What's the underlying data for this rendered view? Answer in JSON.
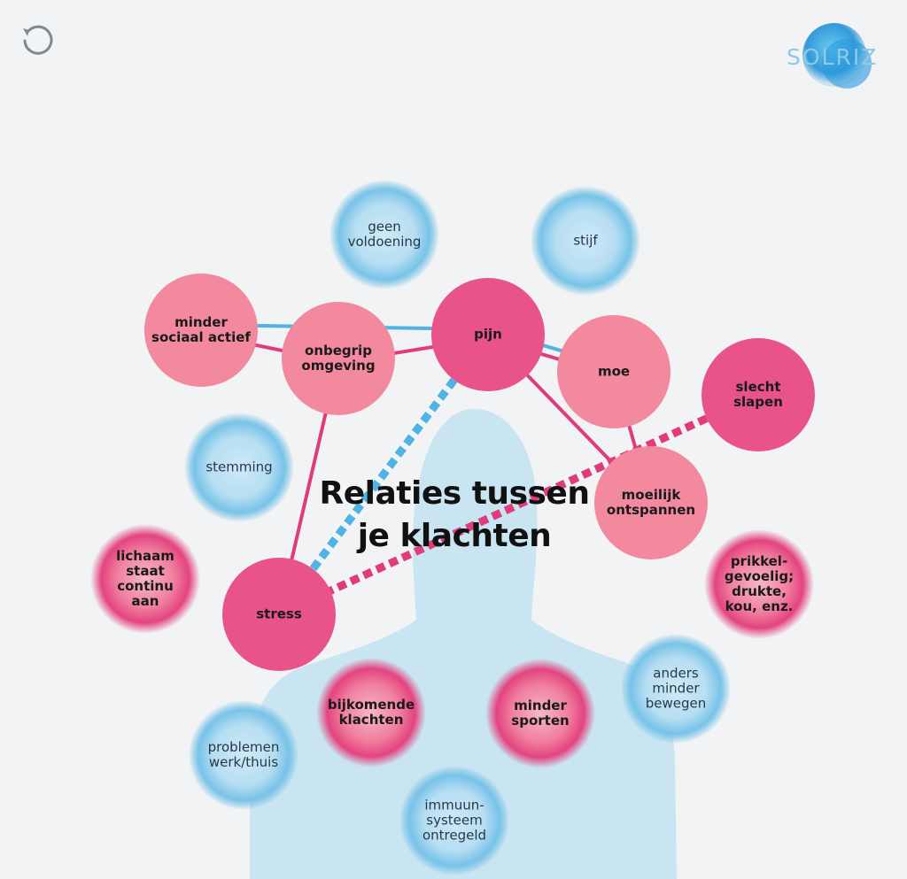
{
  "title": "Relaties tussen\nje klachten",
  "logo": {
    "text": "SOLRIZ"
  },
  "colors": {
    "background": "#f1f3f4",
    "silhouette": "#c9e5f2",
    "blue_node": "#5fb7e3",
    "pink_light": "#f2899f",
    "pink_strong": "#e8548a",
    "pink_line": "#e03c7c",
    "blue_line": "#4fb3e3"
  },
  "nodes": [
    {
      "id": "geen-voldoening",
      "label": "geen\nvoldoening",
      "style": "blue"
    },
    {
      "id": "stijf",
      "label": "stijf",
      "style": "blue"
    },
    {
      "id": "minder-sociaal-actief",
      "label": "minder\nsociaal actief",
      "style": "pink-light"
    },
    {
      "id": "onbegrip-omgeving",
      "label": "onbegrip\nomgeving",
      "style": "pink-light"
    },
    {
      "id": "pijn",
      "label": "pijn",
      "style": "pink-strong"
    },
    {
      "id": "moe",
      "label": "moe",
      "style": "pink-light"
    },
    {
      "id": "slecht-slapen",
      "label": "slecht\nslapen",
      "style": "pink-strong"
    },
    {
      "id": "stemming",
      "label": "stemming",
      "style": "blue"
    },
    {
      "id": "moeilijk-ontspannen",
      "label": "moeilijk\nontspannen",
      "style": "pink-light"
    },
    {
      "id": "lichaam-staat-continu-aan",
      "label": "lichaam\nstaat\ncontinu\naan",
      "style": "pink-glow"
    },
    {
      "id": "stress",
      "label": "stress",
      "style": "pink-strong"
    },
    {
      "id": "prikkelgevoelig",
      "label": "prikkel-\ngevoelig;\ndrukte,\nkou, enz.",
      "style": "pink-glow"
    },
    {
      "id": "anders-minder-bewegen",
      "label": "anders\nminder\nbewegen",
      "style": "blue"
    },
    {
      "id": "bijkomende-klachten",
      "label": "bijkomende\nklachten",
      "style": "pink-glow"
    },
    {
      "id": "minder-sporten",
      "label": "minder\nsporten",
      "style": "pink-glow"
    },
    {
      "id": "problemen-werk-thuis",
      "label": "problemen\nwerk/thuis",
      "style": "blue"
    },
    {
      "id": "immuunsysteem-ontregeld",
      "label": "immuun-\nsysteem\nontregeld",
      "style": "blue"
    }
  ],
  "edges": [
    {
      "from": "minder-sociaal-actief",
      "to": "pijn",
      "style": "blue-solid"
    },
    {
      "from": "pijn",
      "to": "moe",
      "style": "blue-solid"
    },
    {
      "from": "minder-sociaal-actief",
      "to": "onbegrip-omgeving",
      "style": "pink-solid"
    },
    {
      "from": "onbegrip-omgeving",
      "to": "pijn",
      "style": "pink-solid"
    },
    {
      "from": "pijn",
      "to": "moe",
      "style": "pink-solid"
    },
    {
      "from": "onbegrip-omgeving",
      "to": "stress",
      "style": "pink-solid"
    },
    {
      "from": "pijn",
      "to": "moeilijk-ontspannen",
      "style": "pink-solid"
    },
    {
      "from": "moe",
      "to": "moeilijk-ontspannen",
      "style": "pink-solid"
    },
    {
      "from": "pijn",
      "to": "stress",
      "style": "blue-dashed"
    },
    {
      "from": "slecht-slapen",
      "to": "stress",
      "style": "pink-dashed"
    }
  ]
}
